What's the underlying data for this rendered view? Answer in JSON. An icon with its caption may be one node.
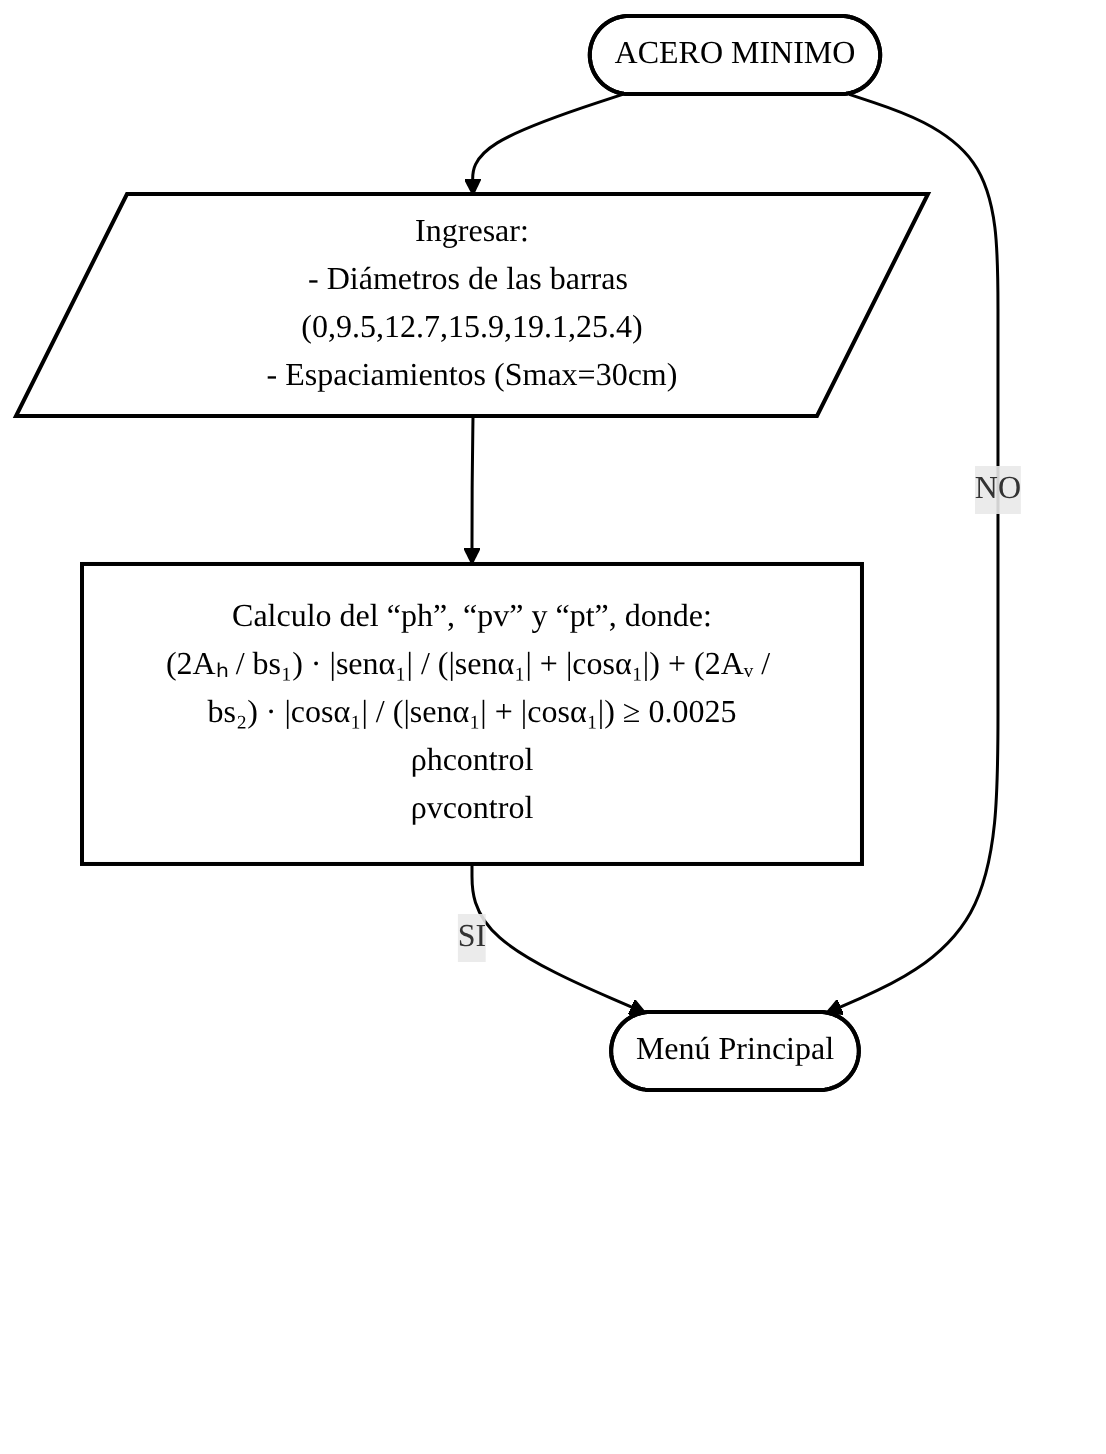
{
  "diagram": {
    "nodes": [
      {
        "text": [
          "ACERO MINIMO"
        ]
      },
      {
        "text": [
          "Ingresar:",
          "- Diámetros de las barras (0,9.5,12.7,15.9,19.1,25.4)",
          "- Espaciamientos (Smax=30cm)"
        ]
      },
      {
        "text": [
          "Calculo del “ph”, “pv” y “pt”, donde:",
          "(2Aₕ / bs₁) · |senα₁| / (|senα₁| + |cosα₁|) + (2Aᵥ / bs₂) · |cosα₁| / (|senα₁| + |cosα₁|) ≥ 0.0025",
          "ρhcontrol",
          "ρvcontrol"
        ]
      },
      {
        "text": [
          "Menú Principal"
        ]
      }
    ],
    "edges": [
      {
        "from": 0,
        "to": 1,
        "arrow": "to"
      },
      {
        "from": 1,
        "to": 2,
        "arrow": "to"
      },
      {
        "from": 2,
        "to": 3,
        "arrow": "to",
        "label": "SI"
      },
      {
        "from": 0,
        "to": 3,
        "arrow": "to",
        "label": "NO"
      }
    ]
  }
}
